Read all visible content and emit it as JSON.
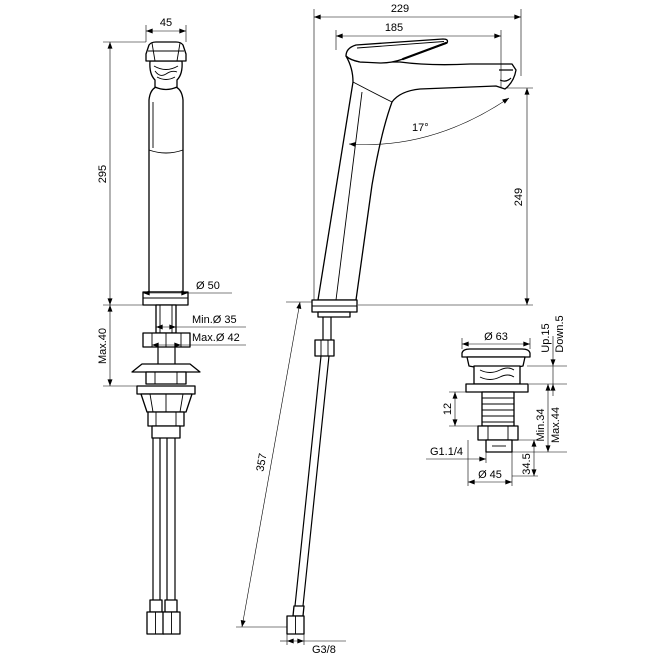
{
  "labels": {
    "front_width": "45",
    "front_height": "295",
    "base_diameter": "Ø 50",
    "hole_min": "Min.Ø 35",
    "hole_max": "Max.Ø 42",
    "deck_max": "Max.40",
    "overall_depth": "229",
    "spout_reach": "185",
    "spout_angle": "17°",
    "spout_height": "249",
    "hose_length": "357",
    "hose_thread": "G3/8",
    "waste_diameter": "Ø 63",
    "waste_up": "Up.15",
    "waste_down": "Down.5",
    "waste_flange": "12",
    "waste_thread": "G1.1/4",
    "waste_min": "Min.34",
    "waste_max": "Max.44",
    "waste_tail": "34.5",
    "waste_tail_diameter": "Ø 45"
  }
}
